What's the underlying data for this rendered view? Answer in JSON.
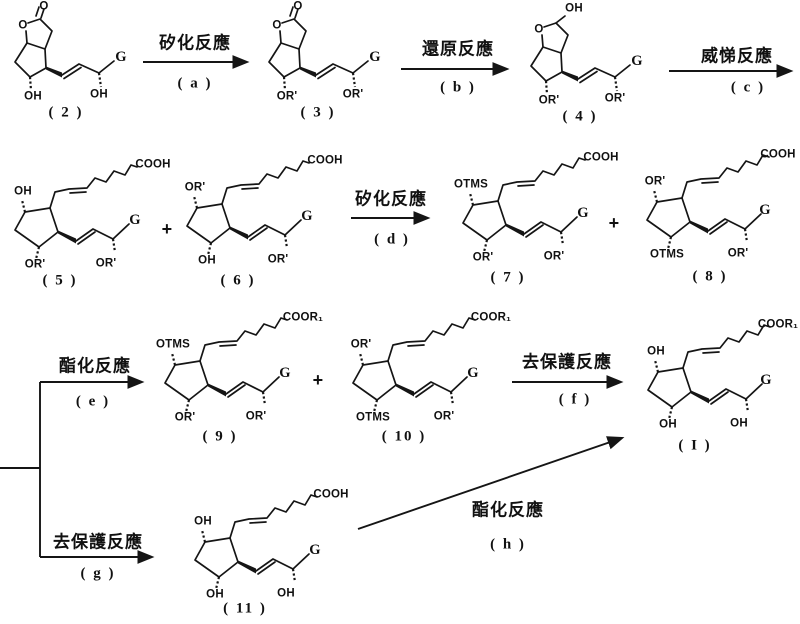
{
  "scheme": {
    "plus_sign": "+",
    "reactions": {
      "a": {
        "name": "矽化反應",
        "step": "( a )"
      },
      "b": {
        "name": "還原反應",
        "step": "( b )"
      },
      "c": {
        "name": "威悌反應",
        "step": "( c )"
      },
      "d": {
        "name": "矽化反應",
        "step": "( d )"
      },
      "e": {
        "name": "酯化反應",
        "step": "( e )"
      },
      "f": {
        "name": "去保護反應",
        "step": "( f )"
      },
      "g": {
        "name": "去保護反應",
        "step": "( g )"
      },
      "h": {
        "name": "酯化反應",
        "step": "( h )"
      }
    },
    "compounds": {
      "2": {
        "number": "( 2 )",
        "carbonyl_o": "O",
        "ring_o": "O",
        "ring_group": "OH",
        "chain_group": "OH",
        "side_group": "G"
      },
      "3": {
        "number": "( 3 )",
        "carbonyl_o": "O",
        "ring_o": "O",
        "ring_group": "OR'",
        "chain_group": "OR'",
        "side_group": "G"
      },
      "4": {
        "number": "( 4 )",
        "lactol_oh": "OH",
        "ring_o": "O",
        "ring_group": "OR'",
        "chain_group": "OR'",
        "side_group": "G"
      },
      "5": {
        "number": "( 5 )",
        "top_group": "OH",
        "bottom_group": "OR'",
        "chain_group": "OR'",
        "acid_group": "COOH",
        "side_group": "G"
      },
      "6": {
        "number": "( 6 )",
        "top_group": "OR'",
        "bottom_group": "OH",
        "chain_group": "OR'",
        "acid_group": "COOH",
        "side_group": "G"
      },
      "7": {
        "number": "( 7 )",
        "top_group": "OTMS",
        "bottom_group": "OR'",
        "chain_group": "OR'",
        "acid_group": "COOH",
        "side_group": "G"
      },
      "8": {
        "number": "( 8 )",
        "top_group": "OR'",
        "bottom_group": "OTMS",
        "chain_group": "OR'",
        "acid_group": "COOH",
        "side_group": "G"
      },
      "9": {
        "number": "( 9 )",
        "top_group": "OTMS",
        "bottom_group": "OR'",
        "chain_group": "OR'",
        "acid_group": "COOR₁",
        "side_group": "G"
      },
      "10": {
        "number": "( 10 )",
        "top_group": "OR'",
        "bottom_group": "OTMS",
        "chain_group": "OR'",
        "acid_group": "COOR₁",
        "side_group": "G"
      },
      "I": {
        "number": "( I )",
        "top_group": "OH",
        "bottom_group": "OH",
        "chain_group": "OH",
        "acid_group": "COOR₁",
        "side_group": "G"
      },
      "11": {
        "number": "( 11 )",
        "top_group": "OH",
        "bottom_group": "OH",
        "chain_group": "OH",
        "acid_group": "COOH",
        "side_group": "G"
      }
    }
  }
}
